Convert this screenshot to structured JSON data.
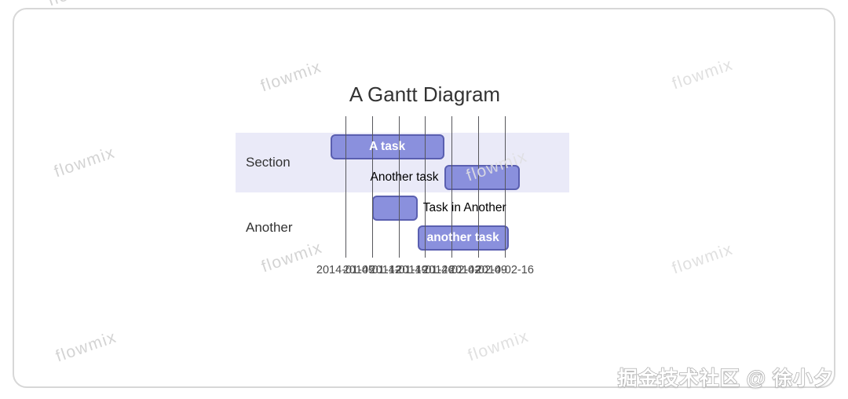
{
  "watermark": {
    "text": "flowmix",
    "credit": "掘金技术社区 @ 徐小夕"
  },
  "chart_data": {
    "type": "gantt",
    "title": "A Gantt Diagram",
    "date_ticks": [
      "2014-01-05",
      "2014-01-12",
      "2014-01-19",
      "2014-01-26",
      "2014-02-02",
      "2014-02-09",
      "2014-02-16"
    ],
    "sections": [
      {
        "name": "Section",
        "band": true,
        "tasks": [
          {
            "label": "A task",
            "start": "2014-01-01",
            "end": "2014-01-31",
            "label_pos": "inside"
          },
          {
            "label": "Another task",
            "start": "2014-01-31",
            "end": "2014-02-20",
            "label_pos": "left"
          }
        ]
      },
      {
        "name": "Another",
        "band": false,
        "tasks": [
          {
            "label": "Task in Another",
            "start": "2014-01-12",
            "end": "2014-01-24",
            "label_pos": "right"
          },
          {
            "label": "another task",
            "start": "2014-01-24",
            "end": "2014-02-17",
            "label_pos": "inside"
          }
        ]
      }
    ],
    "colors": {
      "task_fill": "#8a90dd",
      "task_border": "#5a5fb0",
      "section_band": "#eaeaf8",
      "grid_line": "#57575c",
      "task_text_inside": "#ffffff",
      "task_text_outside": "#000000",
      "title_text": "#333333"
    }
  }
}
